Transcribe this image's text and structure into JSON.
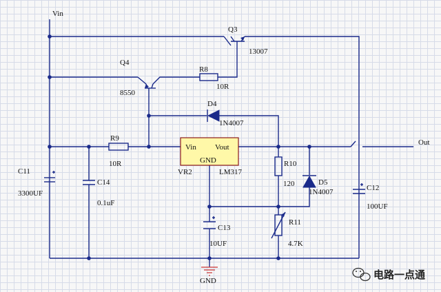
{
  "nets": {
    "vin": "Vin",
    "out": "Out",
    "gnd": "GND"
  },
  "regulator": {
    "ref": "VR2",
    "part": "LM317",
    "pin_in": "Vin",
    "pin_out": "Vout",
    "pin_gnd": "GND"
  },
  "components": {
    "Q3": {
      "ref": "Q3",
      "value": "13007"
    },
    "Q4": {
      "ref": "Q4",
      "value": "8550"
    },
    "R8": {
      "ref": "R8",
      "value": "10R"
    },
    "R9": {
      "ref": "R9",
      "value": "10R"
    },
    "R10": {
      "ref": "R10",
      "value": "120"
    },
    "R11": {
      "ref": "R11",
      "value": "4.7K"
    },
    "D4": {
      "ref": "D4",
      "value": "1N4007"
    },
    "D5": {
      "ref": "D5",
      "value": "1N4007"
    },
    "C11": {
      "ref": "C11",
      "value": "3300UF"
    },
    "C12": {
      "ref": "C12",
      "value": "100UF"
    },
    "C13": {
      "ref": "C13",
      "value": "10UF"
    },
    "C14": {
      "ref": "C14",
      "value": "0.1uF"
    }
  },
  "watermark": {
    "text": "电路一点通"
  },
  "colors": {
    "wire": "#1a2a8a",
    "regulator_fill": "#fff8a8",
    "grid": "#d6dbe8"
  }
}
